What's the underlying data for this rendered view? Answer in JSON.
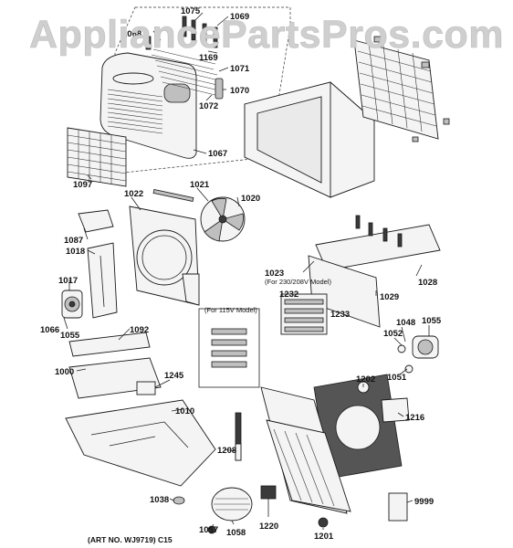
{
  "watermark": "AppliancePartsPros.com",
  "art_number": "(ART NO. WJ9719) C15",
  "notes": {
    "for_115v": "(For 115V Model)",
    "for_230": "(For 230/208V Model)"
  },
  "callouts": [
    {
      "id": "c1075",
      "text": "1075"
    },
    {
      "id": "c1069",
      "text": "1069"
    },
    {
      "id": "c1068",
      "text": "1068"
    },
    {
      "id": "c1169",
      "text": "1169"
    },
    {
      "id": "c1071",
      "text": "1071"
    },
    {
      "id": "c1070",
      "text": "1070"
    },
    {
      "id": "c1072",
      "text": "1072"
    },
    {
      "id": "c1067",
      "text": "1067"
    },
    {
      "id": "c1097",
      "text": "1097"
    },
    {
      "id": "c1022",
      "text": "1022"
    },
    {
      "id": "c1021",
      "text": "1021"
    },
    {
      "id": "c1020",
      "text": "1020"
    },
    {
      "id": "c1087",
      "text": "1087"
    },
    {
      "id": "c1018",
      "text": "1018"
    },
    {
      "id": "c1017",
      "text": "1017"
    },
    {
      "id": "c1066",
      "text": "1066"
    },
    {
      "id": "c1055a",
      "text": "1055"
    },
    {
      "id": "c1092",
      "text": "1092"
    },
    {
      "id": "c1000",
      "text": "1000"
    },
    {
      "id": "c1245",
      "text": "1245"
    },
    {
      "id": "c1010",
      "text": "1010"
    },
    {
      "id": "c1023",
      "text": "1023"
    },
    {
      "id": "c1028",
      "text": "1028"
    },
    {
      "id": "c1232",
      "text": "1232"
    },
    {
      "id": "c1233",
      "text": "1233"
    },
    {
      "id": "c1029",
      "text": "1029"
    },
    {
      "id": "c1048",
      "text": "1048"
    },
    {
      "id": "c1055b",
      "text": "1055"
    },
    {
      "id": "c1052",
      "text": "1052"
    },
    {
      "id": "c1051",
      "text": "1051"
    },
    {
      "id": "c1202",
      "text": "1202"
    },
    {
      "id": "c1216",
      "text": "1216"
    },
    {
      "id": "c1208",
      "text": "1208"
    },
    {
      "id": "c1038",
      "text": "1038"
    },
    {
      "id": "c1057",
      "text": "1057"
    },
    {
      "id": "c1058",
      "text": "1058"
    },
    {
      "id": "c1220",
      "text": "1220"
    },
    {
      "id": "c1201",
      "text": "1201"
    },
    {
      "id": "c9999",
      "text": "9999"
    }
  ]
}
